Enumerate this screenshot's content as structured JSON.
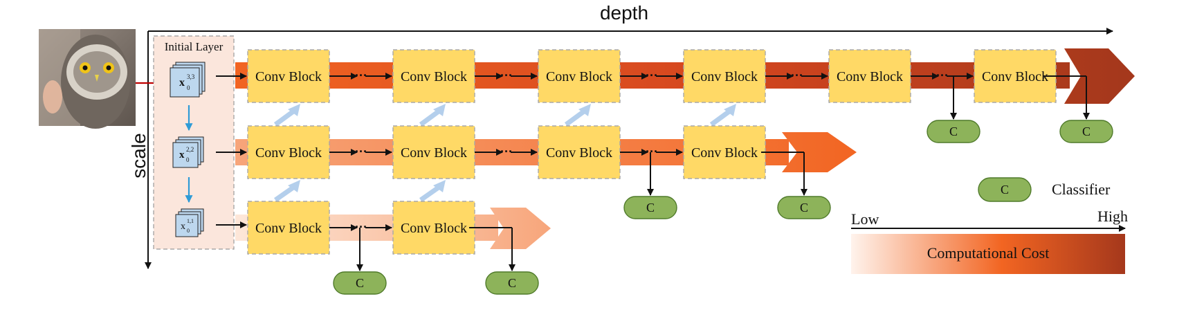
{
  "axes": {
    "depth_label": "depth",
    "scale_label": "scale"
  },
  "initial_layer": {
    "title": "Initial Layer",
    "features": [
      {
        "base": "x",
        "sup": "3,3",
        "sub": "0"
      },
      {
        "base": "x",
        "sup": "2,2",
        "sub": "0"
      },
      {
        "base": "x",
        "sup": "1,1",
        "sub": "0"
      }
    ]
  },
  "block_label": "Conv Block",
  "ellipsis": "···",
  "classifier_label": "C",
  "legend": {
    "classifier_text": "Classifier",
    "cost_low": "Low",
    "cost_high": "High",
    "cost_text": "Computational Cost"
  },
  "colors": {
    "block_fill": "#ffd966",
    "block_border": "#a8a8a8",
    "classifier_fill": "#8db35a",
    "classifier_border": "#4f7a2a",
    "initial_bg": "#fbe6dc",
    "feature_fill": "#bdd7ee",
    "input_arrow": "#c00000",
    "scale_arrow": "#2e9bd6",
    "cross_arrow": "#b4cfec",
    "cost_low": "#fde7d9",
    "cost_mid": "#f26522",
    "cost_high": "#a5381c"
  }
}
